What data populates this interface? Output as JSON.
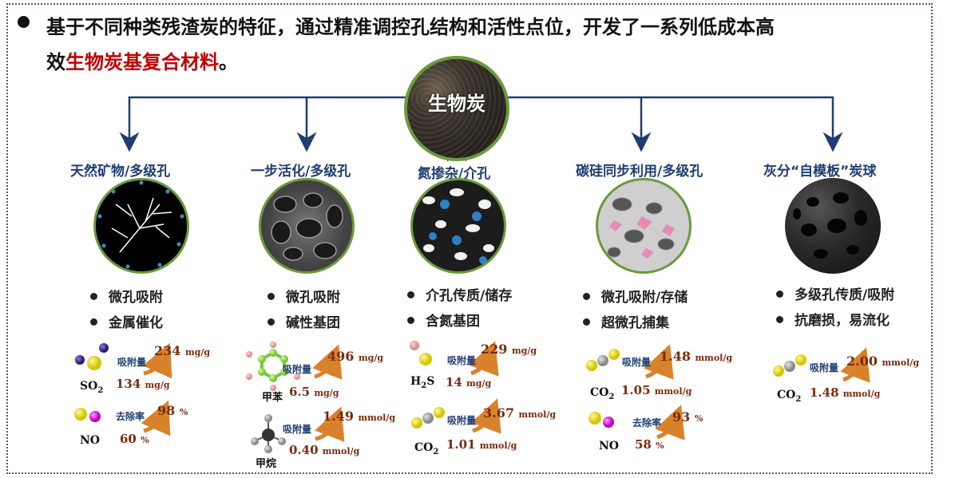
{
  "headline": {
    "line1": "基于不同种类残渣炭的特征，通过精准调控孔结构和活性点位，开发了一系列低成本高",
    "line2_prefix": "效",
    "line2_highlight": "生物炭基复合材料",
    "line2_suffix": "。"
  },
  "center_label": "生物炭",
  "columns": [
    {
      "title": "天然矿物/多级孔",
      "features": [
        "微孔吸附",
        "金属催化"
      ],
      "metrics": [
        {
          "label": "吸附量",
          "molecule": "SO2",
          "before": "134",
          "before_unit": "mg/g",
          "after": "234",
          "after_unit": "mg/g"
        },
        {
          "label": "去除率",
          "molecule": "NO",
          "before": "60",
          "before_unit": "%",
          "after": "98",
          "after_unit": "%"
        }
      ]
    },
    {
      "title": "一步活化/多级孔",
      "features": [
        "微孔吸附",
        "碱性基团"
      ],
      "metrics": [
        {
          "label": "吸附量",
          "molecule": "甲苯",
          "before": "6.5",
          "before_unit": "mg/g",
          "after": "496",
          "after_unit": "mg/g"
        },
        {
          "label": "吸附量",
          "molecule": "甲烷",
          "before": "0.40",
          "before_unit": "mmol/g",
          "after": "1.49",
          "after_unit": "mmol/g"
        }
      ]
    },
    {
      "title": "氮掺杂/介孔",
      "features": [
        "介孔传质/储存",
        "含氮基团"
      ],
      "metrics": [
        {
          "label": "吸附量",
          "molecule": "H2S",
          "before": "14",
          "before_unit": "mg/g",
          "after": "229",
          "after_unit": "mg/g"
        },
        {
          "label": "吸附量",
          "molecule": "CO2",
          "before": "1.01",
          "before_unit": "mmol/g",
          "after": "3.67",
          "after_unit": "mmol/g"
        }
      ]
    },
    {
      "title": "碳硅同步利用/多级孔",
      "features": [
        "微孔吸附/存储",
        "超微孔捕集"
      ],
      "metrics": [
        {
          "label": "吸附量",
          "molecule": "CO2",
          "before": "1.05",
          "before_unit": "mmol/g",
          "after": "1.48",
          "after_unit": "mmol/g"
        },
        {
          "label": "去除率",
          "molecule": "NO",
          "before": "58",
          "before_unit": "%",
          "after": "93",
          "after_unit": "%"
        }
      ]
    },
    {
      "title": "灰分“自模板”炭球",
      "features": [
        "多级孔传质/吸附",
        "抗磨损，易流化"
      ],
      "metrics": [
        {
          "label": "吸附量",
          "molecule": "CO2",
          "before": "1.48",
          "before_unit": "mmol/g",
          "after": "2.00",
          "after_unit": "mmol/g"
        }
      ]
    }
  ],
  "colors": {
    "accent_red": "#c00000",
    "title_blue": "#1f3d72",
    "value_brown": "#7a2a0a",
    "arrow_orange": "#d9822b",
    "ring_green": "#6a9a3c"
  }
}
